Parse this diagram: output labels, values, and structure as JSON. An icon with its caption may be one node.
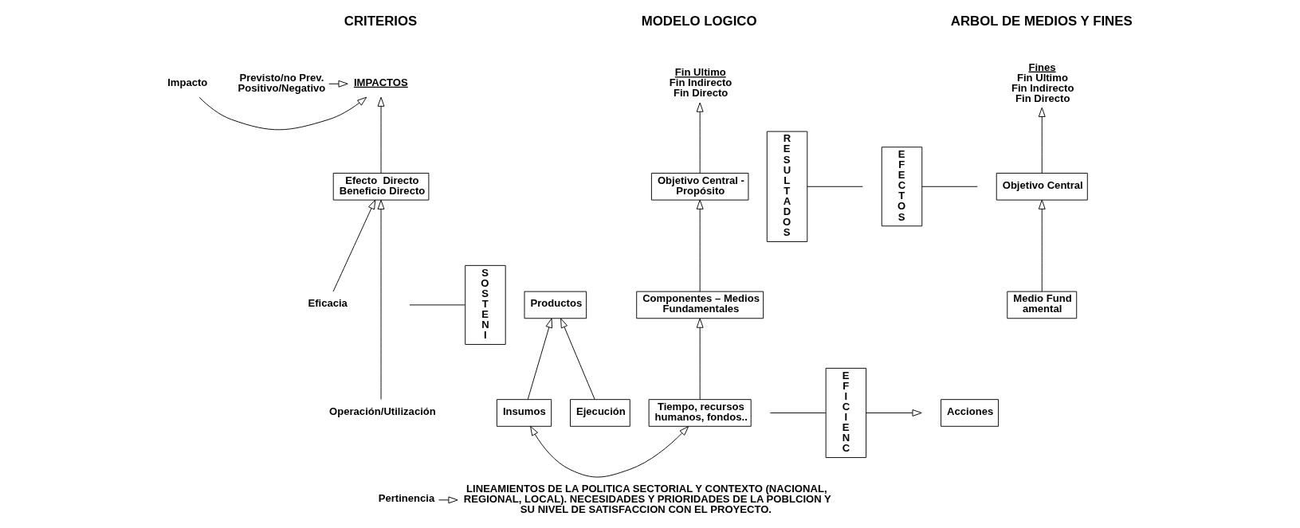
{
  "diagram": {
    "nodes": [
      {
        "text": [
          "IMPACTOS"
        ]
      },
      {
        "text": [
          "Efecto  Directo Beneficio Directo"
        ]
      },
      {
        "text": [
          "Productos"
        ]
      },
      {
        "text": [
          "Insumos"
        ]
      },
      {
        "text": [
          "Ejecución"
        ]
      },
      {
        "text": [
          "Impacto"
        ]
      },
      {
        "text": [
          "Eficacia"
        ]
      },
      {
        "text": [
          "Previsto/no Prev. Positivo/Negativo"
        ]
      },
      {
        "text": [
          "Operación/Utilización"
        ]
      },
      {
        "text": [
          "EFICIENC"
        ]
      },
      {
        "text": [
          "SOSTENI"
        ]
      },
      {
        "text": [
          "RESULTADOS"
        ]
      },
      {
        "text": [
          "EFECTOS"
        ]
      },
      {
        "text": [
          "Fin Ultimo",
          "Fin Indirecto",
          "Fin Directo"
        ]
      },
      {
        "text": [
          "Objetivo Central - Propósito"
        ]
      },
      {
        "text": [
          "Componentes – Medios Fundamentales"
        ]
      },
      {
        "text": [
          "Acciones"
        ]
      },
      {
        "text": [
          "Tiempo, recursos humanos, fondos.."
        ]
      },
      {
        "text": [
          "Fines",
          "Fin Ultimo",
          "Fin Indirecto",
          "Fin Directo"
        ]
      },
      {
        "text": [
          "Objetivo Central"
        ]
      },
      {
        "text": [
          "Medio Fundamental"
        ]
      },
      {
        "text": [
          "Pertinencia"
        ]
      },
      {
        "text": [
          "LINEAMIENTOS DE LA POLITICA SECTORIAL Y CONTEXTO (NACIONAL, REGIONAL, LOCAL). NECESIDADES Y PRIORIDADES DE LA POBLCION Y SU NIVEL DE SATISFACCION CON EL PROYECTO."
        ]
      }
    ],
    "edges": [
      {
        "from": 1,
        "to": 0,
        "arrow": "to"
      },
      {
        "from": 5,
        "to": 0,
        "arrow": "to"
      },
      {
        "from": 7,
        "to": 0,
        "arrow": "to"
      },
      {
        "from": 6,
        "to": 1,
        "arrow": "to"
      },
      {
        "from": 8,
        "to": 1,
        "arrow": "to"
      },
      {
        "from": 3,
        "to": 2,
        "arrow": "to"
      },
      {
        "from": 4,
        "to": 2,
        "arrow": "to"
      },
      {
        "from": null,
        "to": 9,
        "arrow": "none"
      },
      {
        "from": 9,
        "to": null,
        "arrow": "to"
      },
      {
        "from": null,
        "to": 10,
        "arrow": "none"
      },
      {
        "from": 11,
        "to": null,
        "arrow": "none"
      },
      {
        "from": 12,
        "to": null,
        "arrow": "none"
      },
      {
        "from": 14,
        "to": 13,
        "arrow": "to"
      },
      {
        "from": 17,
        "to": 15,
        "arrow": "to"
      },
      {
        "from": 15,
        "to": 14,
        "arrow": "to"
      },
      {
        "from": 3,
        "to": 17,
        "arrow": "both"
      },
      {
        "from": 19,
        "to": 18,
        "arrow": "to"
      },
      {
        "from": 20,
        "to": 19,
        "arrow": "to"
      },
      {
        "from": 21,
        "to": 22,
        "arrow": "to"
      }
    ],
    "labels": [
      "CRITERIOS",
      "MODELO LOGICO",
      "ARBOL DE MEDIOS Y FINES"
    ]
  }
}
